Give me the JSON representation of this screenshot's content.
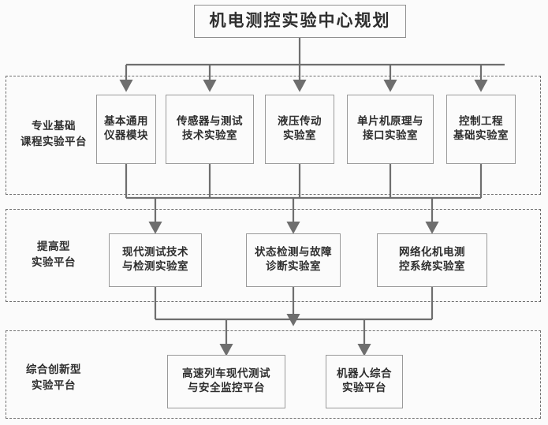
{
  "diagram": {
    "title_node": {
      "label": "机电测控实验中心规划"
    },
    "tiers": [
      {
        "name": "tier-1",
        "label": "专业基础\n课程实验平台",
        "nodes": [
          {
            "label": "基本通用\n仪器模块"
          },
          {
            "label": "传感器与测试\n技术实验室"
          },
          {
            "label": "液压传动\n实验室"
          },
          {
            "label": "单片机原理与\n接口实验室"
          },
          {
            "label": "控制工程\n基础实验室"
          }
        ]
      },
      {
        "name": "tier-2",
        "label": "提高型\n实验平台",
        "nodes": [
          {
            "label": "现代测试技术\n与检测实验室"
          },
          {
            "label": "状态检测与故障\n诊断实验室"
          },
          {
            "label": "网络化机电测\n控系统实验室"
          }
        ]
      },
      {
        "name": "tier-3",
        "label": "综合创新型\n实验平台",
        "nodes": [
          {
            "label": "高速列车现代测试\n与安全监控平台"
          },
          {
            "label": "机器人综合\n实验平台"
          }
        ]
      }
    ],
    "colors": {
      "node_border": "#9a9a9a",
      "node_fill": "#fbfbfb",
      "tier_border": "#6e6e6e",
      "connector": "#6e6e6e",
      "text": "#2e2e2e",
      "background": "#ffffff"
    }
  }
}
